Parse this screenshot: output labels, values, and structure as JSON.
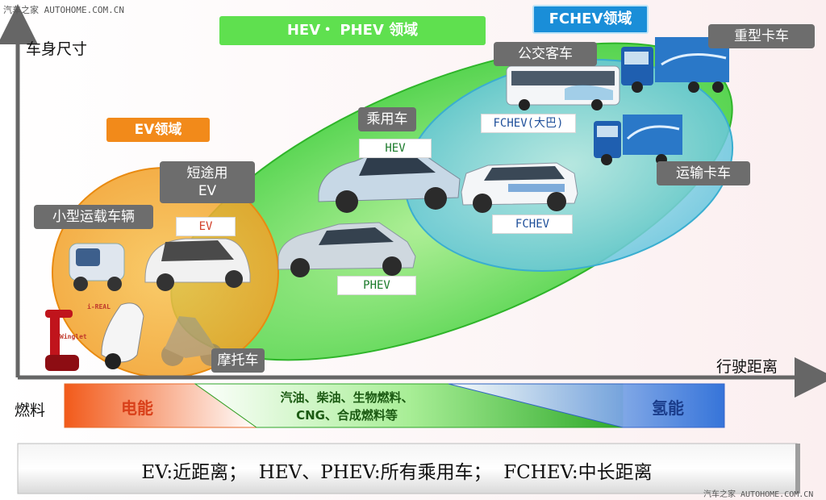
{
  "watermark_top": "汽车之家 AUTOHOME.COM.CN",
  "watermark_bottom": "汽车之家 AUTOHOME.COM.CN",
  "axes": {
    "y_label": "车身尺寸",
    "x_label": "行驶距离"
  },
  "regions": {
    "ev": "EV领域",
    "hev_phev": "HEV・ PHEV 领域",
    "fchev": "FCHEV领域"
  },
  "vehicle_labels": {
    "small_transport": "小型运载车辆",
    "short_range_ev": "短途用\nEV",
    "passenger_car": "乘用车",
    "bus": "公交客车",
    "heavy_truck": "重型卡车",
    "transport_truck": "运输卡车",
    "motorcycle": "摩托车"
  },
  "model_tags": {
    "ev": "EV",
    "hev": "HEV",
    "phev": "PHEV",
    "fchev_bus": "FCHEV(大巴)",
    "fchev": "FCHEV",
    "i_real": "i-REAL",
    "winglet": "Winglet"
  },
  "fuel": {
    "label": "燃料",
    "electric": "电能",
    "gasoline_line1": "汽油、柴油、生物燃料、",
    "gasoline_line2": "CNG、合成燃料等",
    "hydrogen": "氢能"
  },
  "summary": "EV:近距离；  HEV、PHEV:所有乘用车；  FCHEV:中长距离",
  "colors": {
    "ev_fill": "#f2a62a",
    "hev_fill": "#56d24a",
    "fchev_fill": "#5cc3dc",
    "ev_title_bg": "#f28a1a",
    "hev_title_bg": "#5fe04f",
    "fchev_title_bg": "#1a8ed8",
    "grey_label": "#6d6d6d"
  }
}
